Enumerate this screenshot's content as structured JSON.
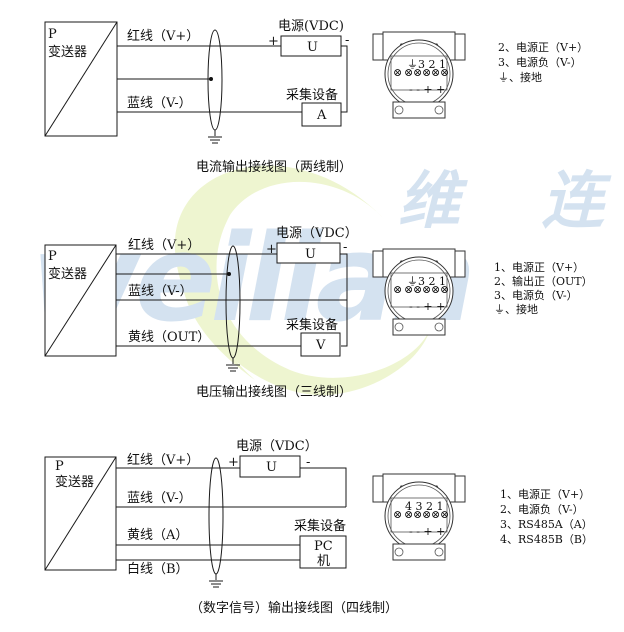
{
  "watermark": {
    "cn": "维 连",
    "en": "weilian",
    "blue": "#d4e2f0",
    "swoosh": "#eef5d0"
  },
  "diagrams": [
    {
      "title": "电流输出接线图（两线制）",
      "transmitter": {
        "line1": "P",
        "line2": "变送器"
      },
      "wires": [
        "红线（V+）",
        "蓝线（V-）"
      ],
      "power": {
        "label": "电源(VDC)",
        "box": "U",
        "plus": "+",
        "minus": "-"
      },
      "device": {
        "label": "采集设备",
        "box": "A"
      },
      "terminal": {
        "numbers": "⏚3 2 1",
        "bottom": "- - + +"
      },
      "legend": [
        "2、电源正（V+）",
        "3、电源负（V-）",
        "⏚、接地"
      ]
    },
    {
      "title": "电压输出接线图（三线制）",
      "transmitter": {
        "line1": "P",
        "line2": "变送器"
      },
      "wires": [
        "红线（V+）",
        "蓝线（V-）",
        "黄线（OUT）"
      ],
      "power": {
        "label": "电源（VDC）",
        "box": "U",
        "plus": "+",
        "minus": "-"
      },
      "device": {
        "label": "采集设备",
        "box": "V"
      },
      "terminal": {
        "numbers": "⏚3 2 1",
        "bottom": "- - + +"
      },
      "legend": [
        "1、电源正（V+）",
        "2、输出正（OUT）",
        "3、电源负（V-）",
        "⏚、接地"
      ]
    },
    {
      "title": "（数字信号）输出接线图（四线制）",
      "transmitter": {
        "line1": "P",
        "line2": "变送器"
      },
      "wires": [
        "红线（V+）",
        "蓝线（V-）",
        "黄线（A）",
        "白线（B）"
      ],
      "power": {
        "label": "电源（VDC）",
        "box": "U",
        "plus": "+",
        "minus": "-"
      },
      "device": {
        "label": "采集设备",
        "box_line1": "PC",
        "box_line2": "机"
      },
      "terminal": {
        "numbers": "4 3 2 1",
        "bottom": "- - + +"
      },
      "legend": [
        "1、电源正（V+）",
        "2、电源负（V-）",
        "3、RS485A（A）",
        "4、RS485B（B）"
      ]
    }
  ]
}
